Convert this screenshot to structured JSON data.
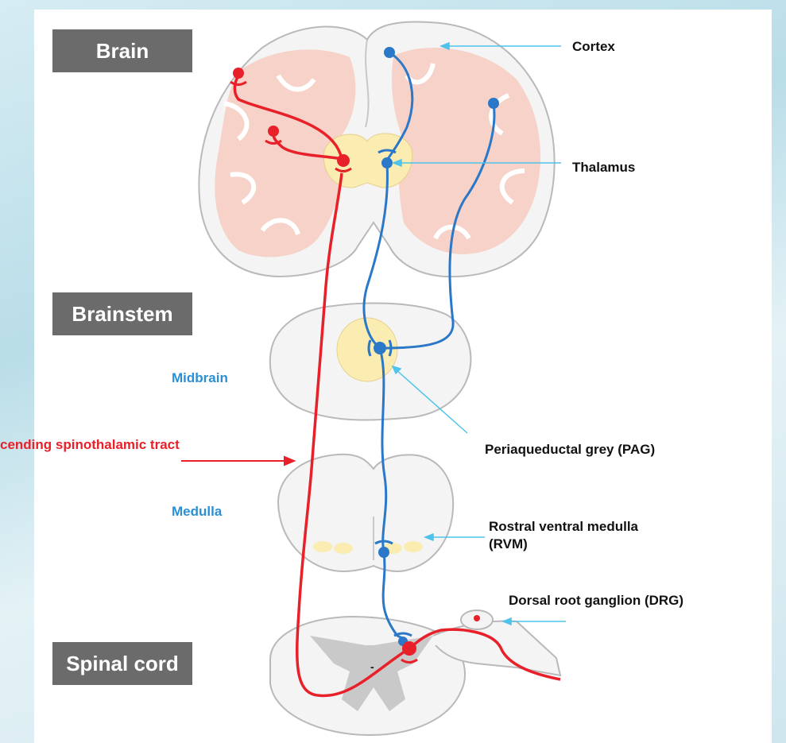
{
  "sections": {
    "brain": "Brain",
    "brainstem": "Brainstem",
    "spinal_cord": "Spinal cord"
  },
  "labels": {
    "cortex": "Cortex",
    "thalamus": "Thalamus",
    "midbrain": "Midbrain",
    "medulla": "Medulla",
    "pag": "Periaqueductal grey (PAG)",
    "rvm_line1": "Rostral ventral medulla",
    "rvm_line2": "(RVM)",
    "drg": "Dorsal root ganglion (DRG)",
    "tract": "cending spinothalamic tract",
    "center_mark": "-"
  },
  "colors": {
    "ascending": "#e8202a",
    "descending": "#2b78c8",
    "pointer": "#4fc3ea",
    "label_bg": "#6b6b6b",
    "grey_matter": "#f6d2c8",
    "nucleus": "#fbecb2"
  }
}
